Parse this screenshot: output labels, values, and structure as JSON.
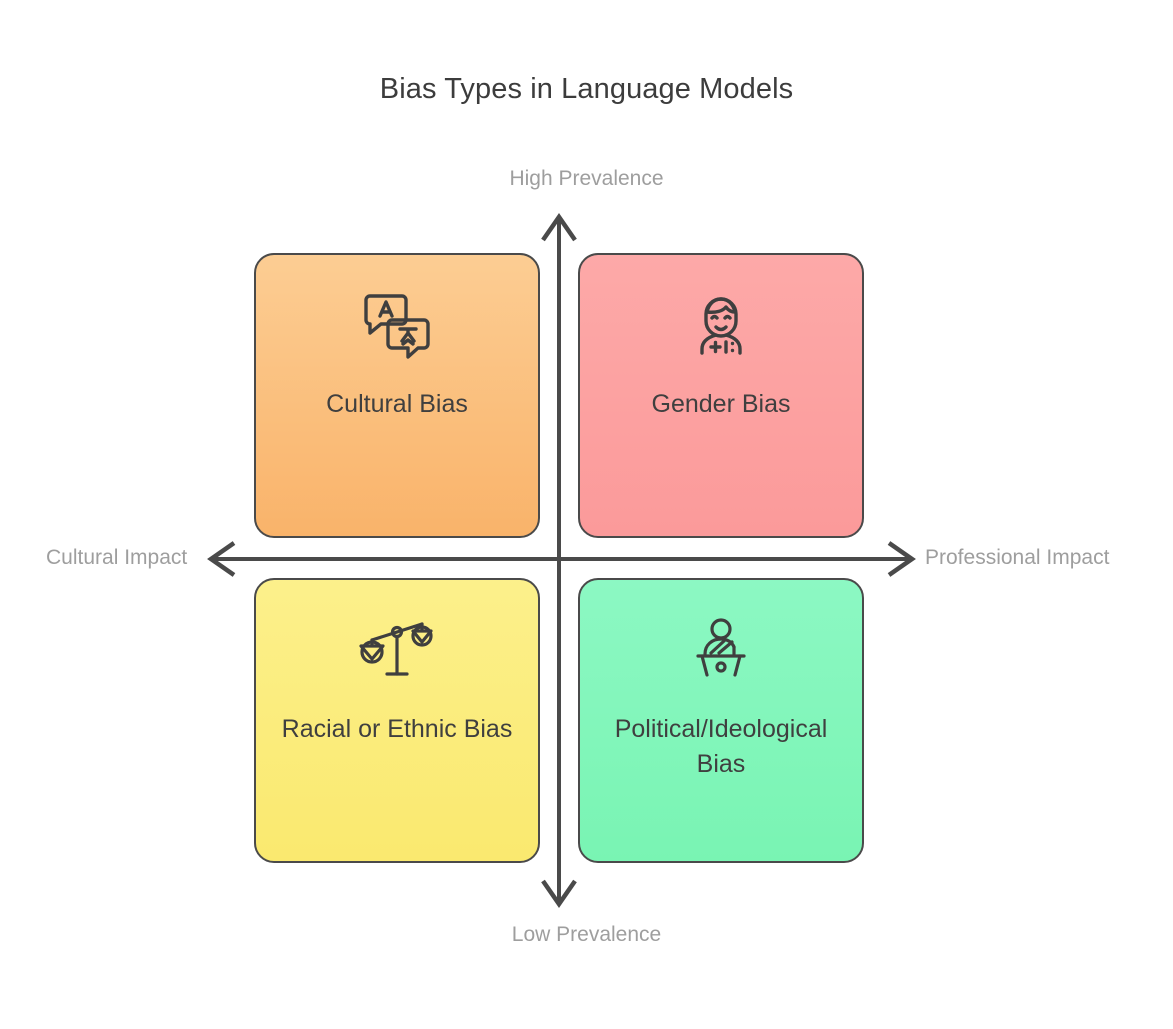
{
  "chart_data": {
    "type": "scatter",
    "title": "Bias Types in Language Models",
    "subtype": "quadrant-matrix",
    "xlabel": "",
    "ylabel": "",
    "grid": false,
    "legend": "none",
    "axes": {
      "vertical": {
        "top_label": "High Prevalence",
        "bottom_label": "Low Prevalence"
      },
      "horizontal": {
        "left_label": "Cultural Impact",
        "right_label": "Professional Impact"
      }
    },
    "quadrants": [
      {
        "id": "top-left",
        "label": "Cultural Bias",
        "icon": "translate-icon",
        "color": "#FBC38A",
        "x": "Cultural Impact",
        "y": "High Prevalence"
      },
      {
        "id": "top-right",
        "label": "Gender Bias",
        "icon": "person-icon",
        "color": "#FBA3A3",
        "x": "Professional Impact",
        "y": "High Prevalence"
      },
      {
        "id": "bottom-left",
        "label": "Racial or Ethnic Bias",
        "icon": "scales-balance-icon",
        "color": "#FCEF81",
        "x": "Cultural Impact",
        "y": "Low Prevalence"
      },
      {
        "id": "bottom-right",
        "label": "Political/Ideological Bias",
        "icon": "podium-speaker-icon",
        "color": "#83F7BC",
        "x": "Professional Impact",
        "y": "Low Prevalence"
      }
    ]
  },
  "title": "Bias Types in Language Models",
  "axis": {
    "top": "High Prevalence",
    "bottom": "Low Prevalence",
    "left": "Cultural Impact",
    "right": "Professional Impact"
  },
  "quadrants": {
    "top_left": {
      "label": "Cultural Bias"
    },
    "top_right": {
      "label": "Gender Bias"
    },
    "bottom_left": {
      "label": "Racial or Ethnic Bias"
    },
    "bottom_right": {
      "label": "Political/Ideological Bias"
    }
  },
  "colors": {
    "axis": "#4a4a4a",
    "title_text": "#3c3c3c",
    "axis_label_text": "#9e9e9e",
    "card_border": "#4a4a4a",
    "card_text": "#3f3f3f",
    "background": "#ffffff",
    "orange": "#FBC38A",
    "pink": "#FBA3A3",
    "yellow": "#FCEF81",
    "green": "#83F7BC"
  }
}
